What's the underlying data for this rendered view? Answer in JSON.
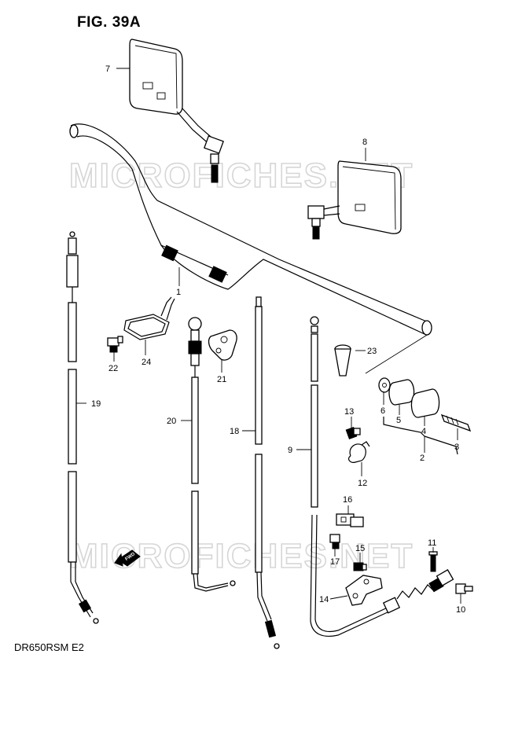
{
  "figure": {
    "title": "FIG. 39A",
    "model_code": "DR650RSM E2",
    "watermark_text": "MICROFICHES.NET",
    "fwd_marker": "FWD"
  },
  "callouts": [
    {
      "id": "c1",
      "label": "1"
    },
    {
      "id": "c2",
      "label": "2"
    },
    {
      "id": "c3",
      "label": "3"
    },
    {
      "id": "c4",
      "label": "4"
    },
    {
      "id": "c5",
      "label": "5"
    },
    {
      "id": "c6",
      "label": "6"
    },
    {
      "id": "c7",
      "label": "7"
    },
    {
      "id": "c8",
      "label": "8"
    },
    {
      "id": "c9",
      "label": "9"
    },
    {
      "id": "c10",
      "label": "10"
    },
    {
      "id": "c11",
      "label": "11"
    },
    {
      "id": "c12",
      "label": "12"
    },
    {
      "id": "c13",
      "label": "13"
    },
    {
      "id": "c14",
      "label": "14"
    },
    {
      "id": "c15",
      "label": "15"
    },
    {
      "id": "c16",
      "label": "16"
    },
    {
      "id": "c17",
      "label": "17"
    },
    {
      "id": "c18",
      "label": "18"
    },
    {
      "id": "c19",
      "label": "19"
    },
    {
      "id": "c20",
      "label": "20"
    },
    {
      "id": "c21",
      "label": "21"
    },
    {
      "id": "c22",
      "label": "22"
    },
    {
      "id": "c23",
      "label": "23"
    },
    {
      "id": "c24",
      "label": "24"
    }
  ]
}
